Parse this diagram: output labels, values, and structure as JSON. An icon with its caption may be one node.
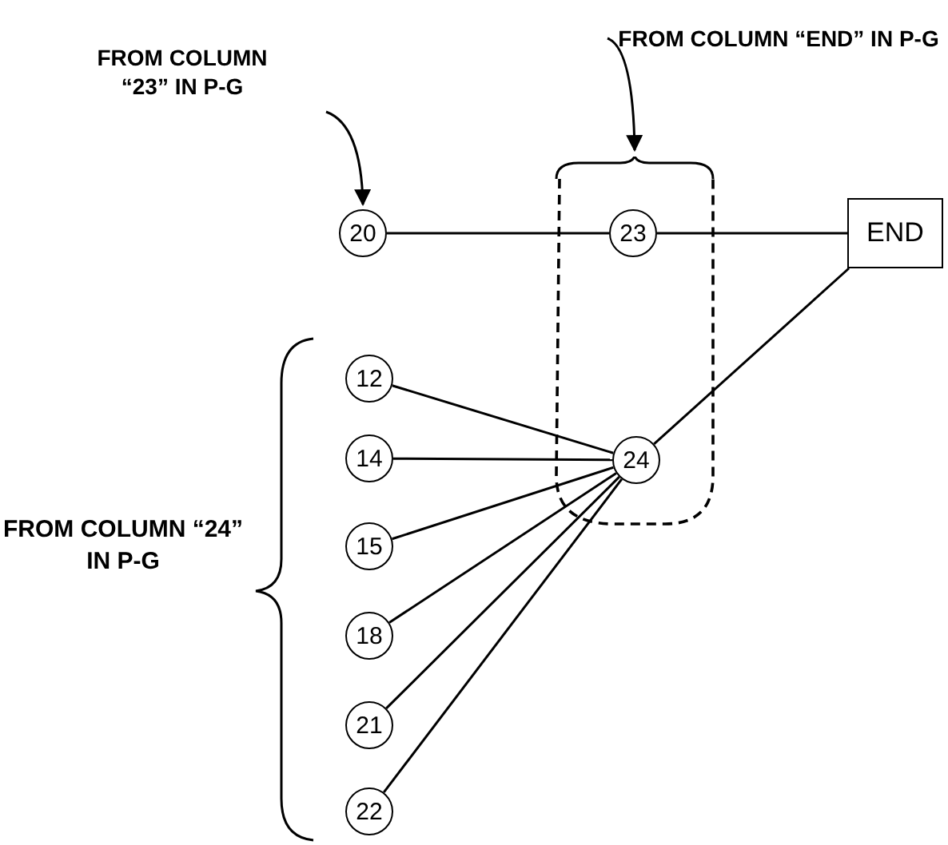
{
  "diagram": {
    "nodes": [
      {
        "text": [
          "FROM COLUMN “23” IN P-G"
        ]
      },
      {
        "text": [
          "FROM COLUMN “END” IN P-G"
        ]
      },
      {
        "text": [],
        "shape": "oval"
      },
      {
        "text": [
          "20"
        ]
      },
      {
        "text": [
          "23"
        ],
        "in": 2
      },
      {
        "text": [
          "END"
        ]
      },
      {
        "text": [
          "12"
        ]
      },
      {
        "text": [
          "14"
        ]
      },
      {
        "text": [
          "24"
        ],
        "in": 2
      },
      {
        "text": [
          "15"
        ]
      },
      {
        "text": [
          "18"
        ]
      },
      {
        "text": [
          "21"
        ]
      },
      {
        "text": [
          "22"
        ]
      }
    ],
    "edges": [
      {
        "from": 0,
        "to": 3,
        "arrow": "to"
      },
      {
        "from": 1,
        "to": 2,
        "arrow": "to"
      },
      {
        "from": 3,
        "to": 4,
        "arrow": "none"
      },
      {
        "from": 4,
        "to": 5,
        "arrow": "none"
      },
      {
        "from": 6,
        "to": 8,
        "arrow": "none"
      },
      {
        "from": 7,
        "to": 8,
        "arrow": "none"
      },
      {
        "from": 9,
        "to": 8,
        "arrow": "none"
      },
      {
        "from": 10,
        "to": 8,
        "arrow": "none"
      },
      {
        "from": 11,
        "to": 8,
        "arrow": "none"
      },
      {
        "from": 12,
        "to": 8,
        "arrow": "none"
      },
      {
        "from": 8,
        "to": 5,
        "arrow": "none"
      }
    ],
    "labels": [
      "FROM COLUMN “24” IN P-G"
    ]
  }
}
